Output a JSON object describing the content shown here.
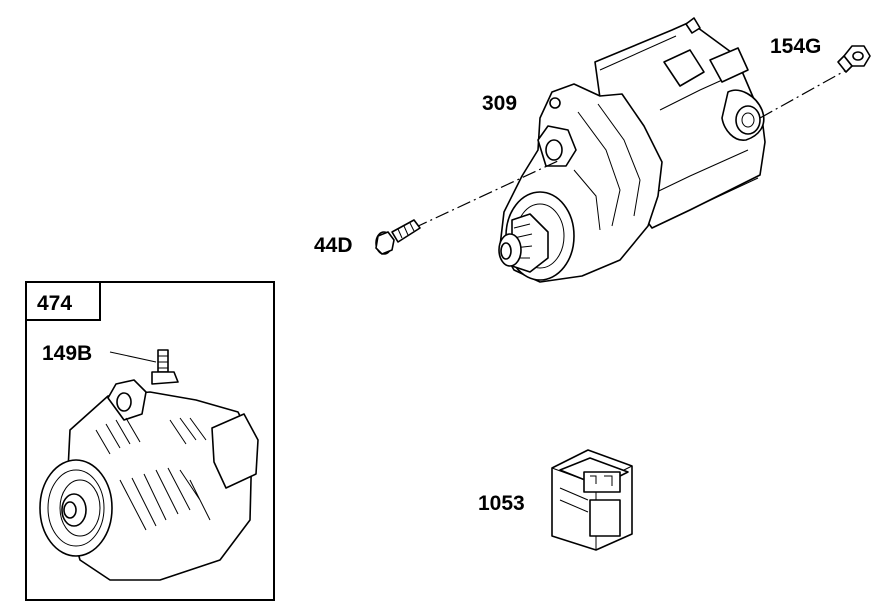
{
  "diagram": {
    "parts": {
      "starter": "309",
      "nut": "154G",
      "bolt": "44D",
      "relay": "1053",
      "stud": "149B"
    },
    "inset_box": {
      "label": "474"
    }
  }
}
